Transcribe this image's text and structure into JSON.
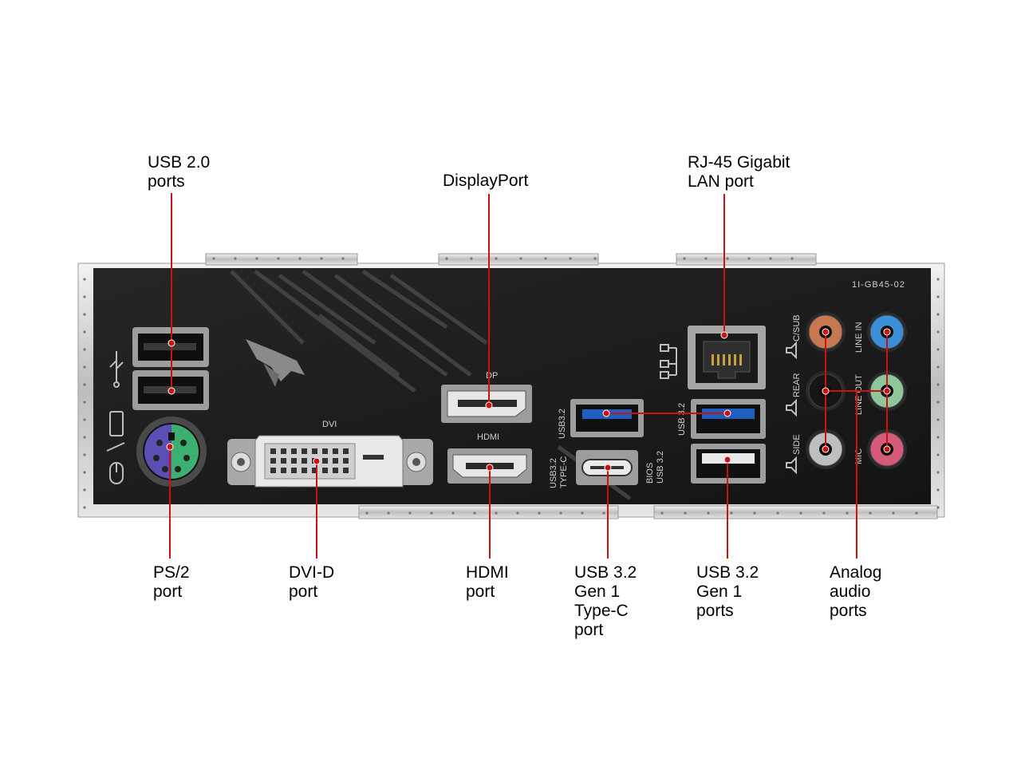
{
  "part_number": "1I-GB45-02",
  "panel_labels": {
    "dp": "DP",
    "hdmi": "HDMI",
    "dvi": "DVI",
    "usb32_left": "USB3.2",
    "usb32_typec": [
      "USB3.2",
      "TYPE-C"
    ],
    "usb32_right": "USB 3.2",
    "bios_usb32": [
      "BIOS",
      "USB 3.2"
    ],
    "audio": {
      "c_sub": "C/SUB",
      "rear": "REAR",
      "side": "SIDE",
      "line_in": "LINE IN",
      "line_out": "LINE OUT",
      "mic": "MIC"
    }
  },
  "callouts": [
    {
      "id": "usb20",
      "lines": [
        "USB 2.0",
        "ports"
      ]
    },
    {
      "id": "displayport",
      "lines": [
        "DisplayPort"
      ]
    },
    {
      "id": "rj45",
      "lines": [
        "RJ-45 Gigabit",
        "LAN port"
      ]
    },
    {
      "id": "ps2",
      "lines": [
        "PS/2",
        "port"
      ]
    },
    {
      "id": "dvid",
      "lines": [
        "DVI-D",
        "port"
      ]
    },
    {
      "id": "hdmi",
      "lines": [
        "HDMI",
        "port"
      ]
    },
    {
      "id": "typec",
      "lines": [
        "USB 3.2",
        "Gen 1",
        "Type-C",
        "port"
      ]
    },
    {
      "id": "usb32",
      "lines": [
        "USB 3.2",
        "Gen 1",
        "ports"
      ]
    },
    {
      "id": "audio",
      "lines": [
        "Analog",
        "audio",
        "ports"
      ]
    }
  ],
  "colors": {
    "leader_line": "#cc1111",
    "panel": "#1d1d1d",
    "usb3_blue": "#1f5fc0",
    "audio_orange": "#c7784e",
    "audio_blue": "#3a8fd6",
    "audio_green": "#8fc79a",
    "audio_pink": "#d65a7a",
    "audio_black": "#161616",
    "audio_gray": "#bfbfbf",
    "ps2_purple": "#5a4fb5",
    "ps2_green": "#3bb071"
  }
}
